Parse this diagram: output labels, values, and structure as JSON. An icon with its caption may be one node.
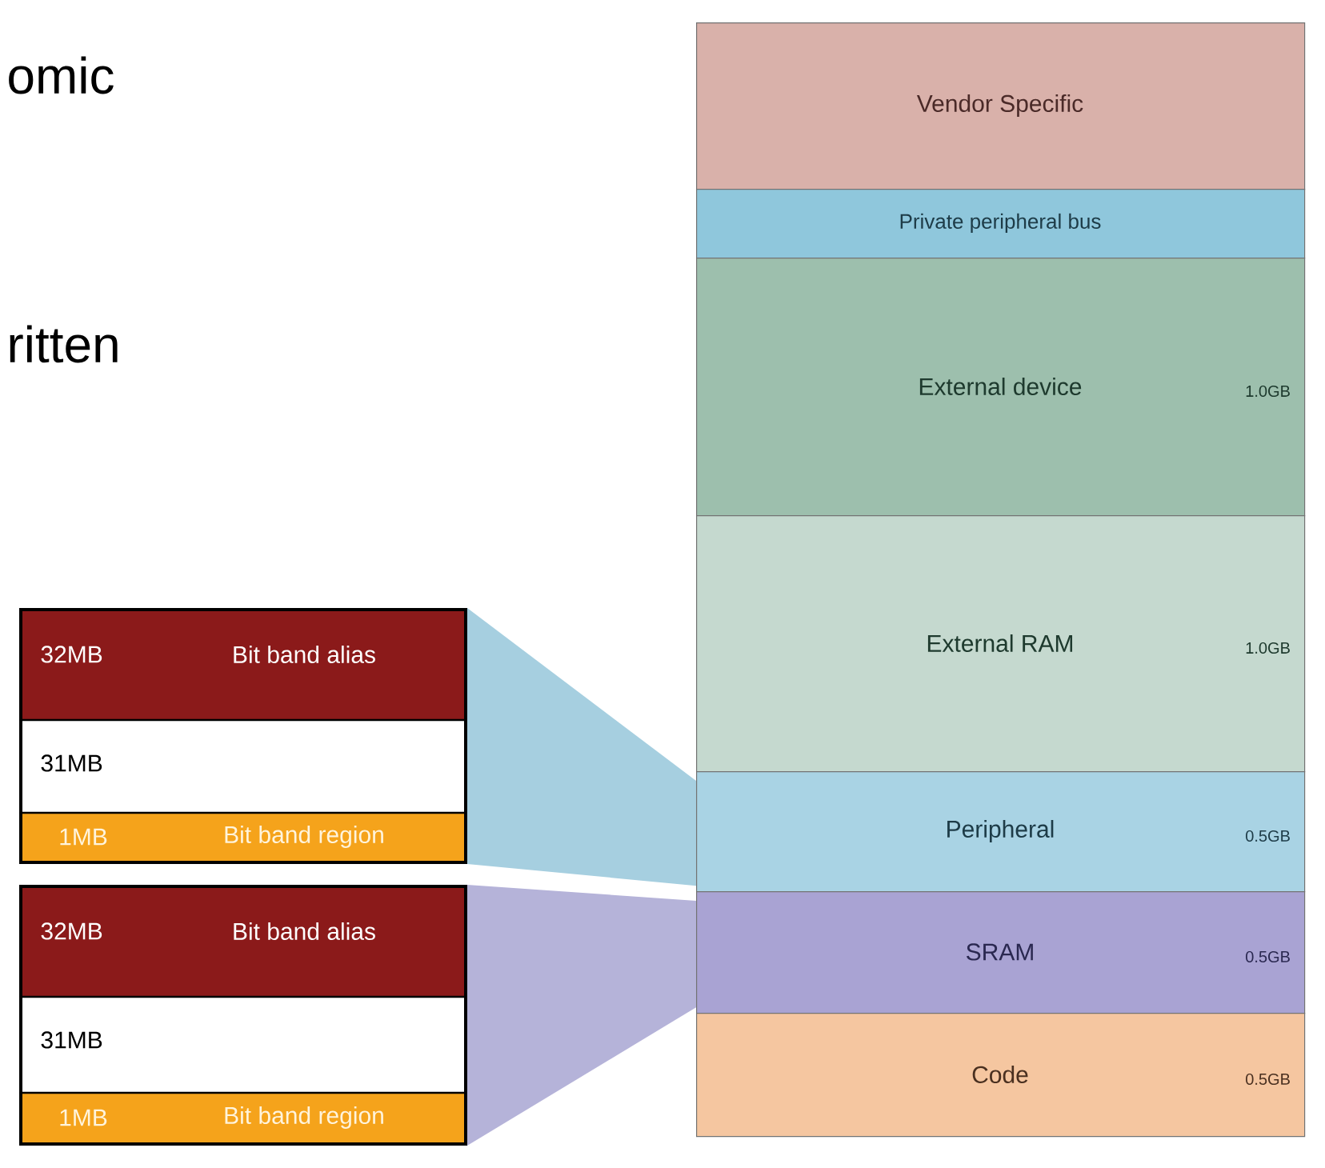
{
  "diagram": {
    "nodes": [
      {
        "text": [
          "Vendor Specific"
        ]
      },
      {
        "text": [
          "Private peripheral bus"
        ]
      },
      {
        "text": [
          "External device",
          "1.0GB"
        ]
      },
      {
        "text": [
          "External RAM",
          "1.0GB"
        ]
      },
      {
        "text": [
          "Peripheral",
          "0.5GB"
        ]
      },
      {
        "text": [
          "SRAM",
          "0.5GB"
        ]
      },
      {
        "text": [
          "Code",
          "0.5GB"
        ]
      },
      {
        "text": [],
        "shape": "box"
      },
      {
        "text": [
          "32MB",
          "Bit band alias"
        ],
        "in": 7
      },
      {
        "text": [
          "31MB"
        ],
        "in": 7
      },
      {
        "text": [
          "1MB",
          "Bit band region"
        ],
        "in": 7
      },
      {
        "text": [],
        "shape": "box"
      },
      {
        "text": [
          "32MB",
          "Bit band alias"
        ],
        "in": 11
      },
      {
        "text": [
          "31MB"
        ],
        "in": 11
      },
      {
        "text": [
          "1MB",
          "Bit band region"
        ],
        "in": 11
      }
    ],
    "edges": [
      {
        "from": 7,
        "to": 4,
        "arrow": "none",
        "color": "#a6cfe0"
      },
      {
        "from": 11,
        "to": 5,
        "arrow": "none",
        "color": "#b5b3d9"
      }
    ],
    "labels": [
      "omic",
      "ritten"
    ]
  }
}
